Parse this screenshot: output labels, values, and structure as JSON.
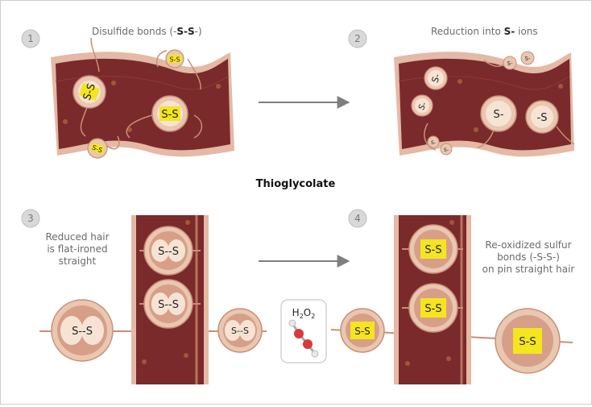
{
  "title": "Thioglycolate",
  "steps": [
    {
      "num": "1",
      "caption_pre": "Disulfide bonds (-",
      "caption_bold": "S-S",
      "caption_post": "-)"
    },
    {
      "num": "2",
      "caption_pre": "Reduction into ",
      "caption_bold": "S-",
      "caption_post": " ions"
    },
    {
      "num": "3",
      "caption_lines": [
        "Reduced hair",
        "is flat-ironed",
        "straight"
      ]
    },
    {
      "num": "4",
      "caption_lines": [
        "Re-oxidized sulfur",
        "bonds (-S-S-)",
        "on pin straight hair"
      ],
      "caption_bold": "S-S"
    }
  ],
  "labels": {
    "ss": "S-S",
    "ss_dotted": "S--S",
    "s_minus": "S-",
    "minus_s": "-S",
    "h2o2_main": "H",
    "h2o2_sub1": "2",
    "h2o2_o": "O",
    "h2o2_sub2": "2"
  },
  "colors": {
    "hair": "#7a2a2a",
    "hair_edge": "#b8735f",
    "hair_outer": "#e4b9a5",
    "bond_yellow": "#f4e51f",
    "ring_outer": "#e9c7b0",
    "ring_inner": "#f6e3d4",
    "arrow": "#7f7f7f"
  }
}
